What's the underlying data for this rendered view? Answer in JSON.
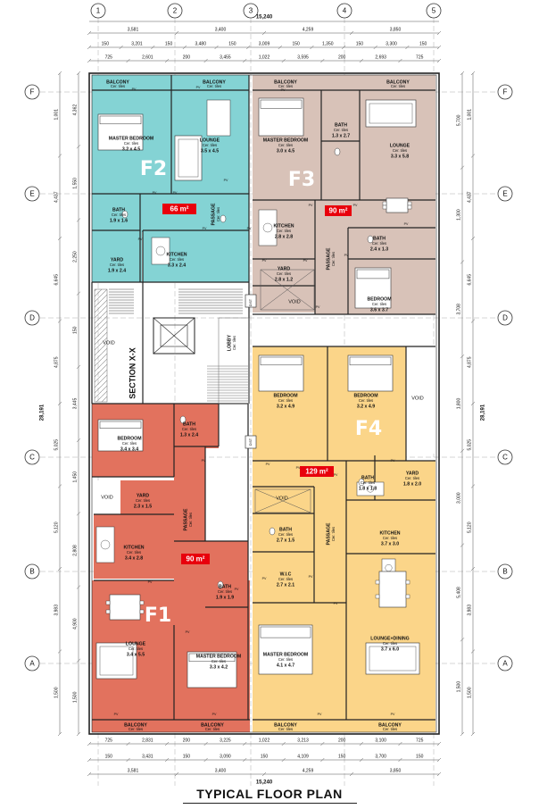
{
  "title": "TYPICAL FLOOR PLAN",
  "grid": {
    "top_labels": [
      "1",
      "2",
      "3",
      "4",
      "5"
    ],
    "side_labels": [
      "F",
      "E",
      "D",
      "C",
      "B",
      "A"
    ]
  },
  "colors": {
    "F1": "#e2725e",
    "F2": "#84d3d4",
    "F3": "#d8c2b8",
    "F4": "#fbd589",
    "badge": "#e8000c"
  },
  "dims": {
    "top_total": "15,240",
    "top_r1": [
      "3,581",
      "3,400",
      "4,259",
      "3,850"
    ],
    "top_r2": [
      "150",
      "3,201",
      "150",
      "3,480",
      "150",
      "3,009",
      "150",
      "1,350",
      "150",
      "3,300",
      "150"
    ],
    "top_r3": [
      "725",
      "2,601",
      "200",
      "3,455",
      "1,022",
      "3,595",
      "200",
      "2,693",
      "725"
    ],
    "bot_r1": [
      "725",
      "2,831",
      "200",
      "3,225",
      "1,022",
      "3,213",
      "200",
      "3,100",
      "725"
    ],
    "bot_r2": [
      "150",
      "3,431",
      "150",
      "3,090",
      "150",
      "4,109",
      "150",
      "3,700",
      "150"
    ],
    "bot_r3": [
      "3,581",
      "3,400",
      "4,259",
      "3,850"
    ],
    "bot_total": "15,240",
    "left_total": "28,191",
    "right_total": "28,191",
    "left_a": [
      "1,001",
      "4,437",
      "6,645",
      "4,875",
      "5,025",
      "5,120",
      "3,983",
      "1,500"
    ],
    "left_b": [
      "4,362",
      "1,550",
      "2,250",
      "150",
      "3,445",
      "1,450",
      "2,808",
      "4,900",
      "1,500"
    ],
    "right_a": [
      "1,001",
      "4,437",
      "6,645",
      "4,875",
      "5,025",
      "5,120",
      "3,983",
      "1,500"
    ],
    "right_b": [
      "5,700",
      "1,300",
      "3,708",
      "1,800",
      "3,000",
      "5,408",
      "1,500"
    ]
  },
  "flats": [
    {
      "id": "F2",
      "area": "66 m²"
    },
    {
      "id": "F3",
      "area": "90 m²"
    },
    {
      "id": "F4",
      "area": "129 m²"
    },
    {
      "id": "F1",
      "area": "90 m²"
    }
  ],
  "rooms": [
    {
      "name": "BALCONY",
      "finish": "Cer. tiles",
      "size": ""
    },
    {
      "name": "BALCONY",
      "finish": "Cer. tiles",
      "size": ""
    },
    {
      "name": "MASTER BEDROOM",
      "finish": "Cer. tiles",
      "size": "3.2 x 4.5"
    },
    {
      "name": "LOUNGE",
      "finish": "Cer. tiles",
      "size": "3.5 x 4.5"
    },
    {
      "name": "BATH",
      "finish": "Cer. tiles",
      "size": "1.9 x 1.6"
    },
    {
      "name": "PASSAGE",
      "finish": "Cer. tiles",
      "size": ""
    },
    {
      "name": "YARD",
      "finish": "Cer. tiles",
      "size": "1.9 x 2.4"
    },
    {
      "name": "KITCHEN",
      "finish": "Cer. tiles",
      "size": "3.3 x 2.4"
    },
    {
      "name": "BALCONY",
      "finish": "Cer. tiles",
      "size": ""
    },
    {
      "name": "BALCONY",
      "finish": "Cer. tiles",
      "size": ""
    },
    {
      "name": "MASTER BEDROOM",
      "finish": "Cer. tiles",
      "size": "3.0 x 4.5"
    },
    {
      "name": "BATH",
      "finish": "Cer. tiles",
      "size": "1.3 x 2.7"
    },
    {
      "name": "LOUNGE",
      "finish": "Cer. tiles",
      "size": "3.3 x 5.8"
    },
    {
      "name": "KITCHEN",
      "finish": "Cer. tiles",
      "size": "2.8 x 2.8"
    },
    {
      "name": "YARD",
      "finish": "Cer. tiles",
      "size": "2.8 x 1.2"
    },
    {
      "name": "BATH",
      "finish": "Cer. tiles",
      "size": "2.4 x 1.3"
    },
    {
      "name": "BEDROOM",
      "finish": "Cer. tiles",
      "size": "3.6 x 3.7"
    },
    {
      "name": "PASSAGE",
      "finish": "Cer. tiles",
      "size": ""
    },
    {
      "name": "BEDROOM",
      "finish": "Cer. tiles",
      "size": "3.2 x 4.9"
    },
    {
      "name": "BEDROOM",
      "finish": "Cer. tiles",
      "size": "3.2 x 4.9"
    },
    {
      "name": "BATH",
      "finish": "Cer. tiles",
      "size": "1.8 x 1.8"
    },
    {
      "name": "YARD",
      "finish": "Cer. tiles",
      "size": "1.8 x 2.0"
    },
    {
      "name": "KITCHEN",
      "finish": "Cer. tiles",
      "size": "3.7 x 3.0"
    },
    {
      "name": "BATH",
      "finish": "Cer. tiles",
      "size": "2.7 x 1.5"
    },
    {
      "name": "W.I.C",
      "finish": "Cer. tiles",
      "size": "2.7 x 2.1"
    },
    {
      "name": "PASSAGE",
      "finish": "Cer. tiles",
      "size": ""
    },
    {
      "name": "MASTER BEDROOM",
      "finish": "Cer. tiles",
      "size": "4.1 x 4.7"
    },
    {
      "name": "LOUNGE+DINING",
      "finish": "Cer. tiles",
      "size": "3.7 x 6.0"
    },
    {
      "name": "BALCONY",
      "finish": "Cer. tiles",
      "size": ""
    },
    {
      "name": "BALCONY",
      "finish": "Cer. tiles",
      "size": ""
    },
    {
      "name": "BEDROOM",
      "finish": "Cer. tiles",
      "size": "3.4 x 3.4"
    },
    {
      "name": "BATH",
      "finish": "Cer. tiles",
      "size": "1.3 x 2.4"
    },
    {
      "name": "YARD",
      "finish": "Cer. tiles",
      "size": "2.3 x 1.5"
    },
    {
      "name": "PASSAGE",
      "finish": "Cer. tiles",
      "size": ""
    },
    {
      "name": "KITCHEN",
      "finish": "Cer. tiles",
      "size": "3.4 x 2.8"
    },
    {
      "name": "BATH",
      "finish": "Cer. tiles",
      "size": "1.9 x 1.9"
    },
    {
      "name": "LOUNGE",
      "finish": "Cer. tiles",
      "size": "3.4 x 5.5"
    },
    {
      "name": "MASTER BEDROOM",
      "finish": "Cer. tiles",
      "size": "3.3 x 4.2"
    },
    {
      "name": "BALCONY",
      "finish": "Cer. tiles",
      "size": ""
    },
    {
      "name": "BALCONY",
      "finish": "Cer. tiles",
      "size": ""
    },
    {
      "name": "LOBBY",
      "finish": "Cer. tiles",
      "size": ""
    }
  ],
  "labels": {
    "void": "VOID",
    "pv": "PV",
    "section": "SECTION X-X",
    "dist": "DIST"
  }
}
